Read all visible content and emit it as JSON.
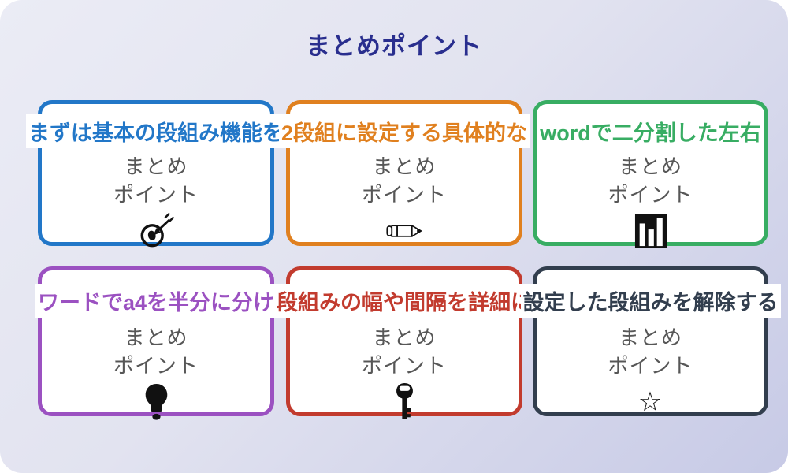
{
  "page": {
    "title": "まとめポイント"
  },
  "labels": {
    "line1": "まとめ",
    "line2": "ポイント"
  },
  "cards": [
    {
      "title": "まずは基本の段組み機能を",
      "color": "#2277c8",
      "icon": "target-dart-icon"
    },
    {
      "title": "2段組に設定する具体的な",
      "color": "#e0801f",
      "icon": "pencil-icon"
    },
    {
      "title": "wordで二分割した左右",
      "color": "#38ad63",
      "icon": "bar-chart-icon"
    },
    {
      "title": "ワードでa4を半分に分け",
      "color": "#9b51c1",
      "icon": "lightbulb-icon"
    },
    {
      "title": "段組みの幅や間隔を詳細に",
      "color": "#c23b2e",
      "icon": "key-icon"
    },
    {
      "title": "設定した段組みを解除する",
      "color": "#323e4e",
      "icon": "star-icon",
      "icon_glyph": "☆"
    }
  ]
}
